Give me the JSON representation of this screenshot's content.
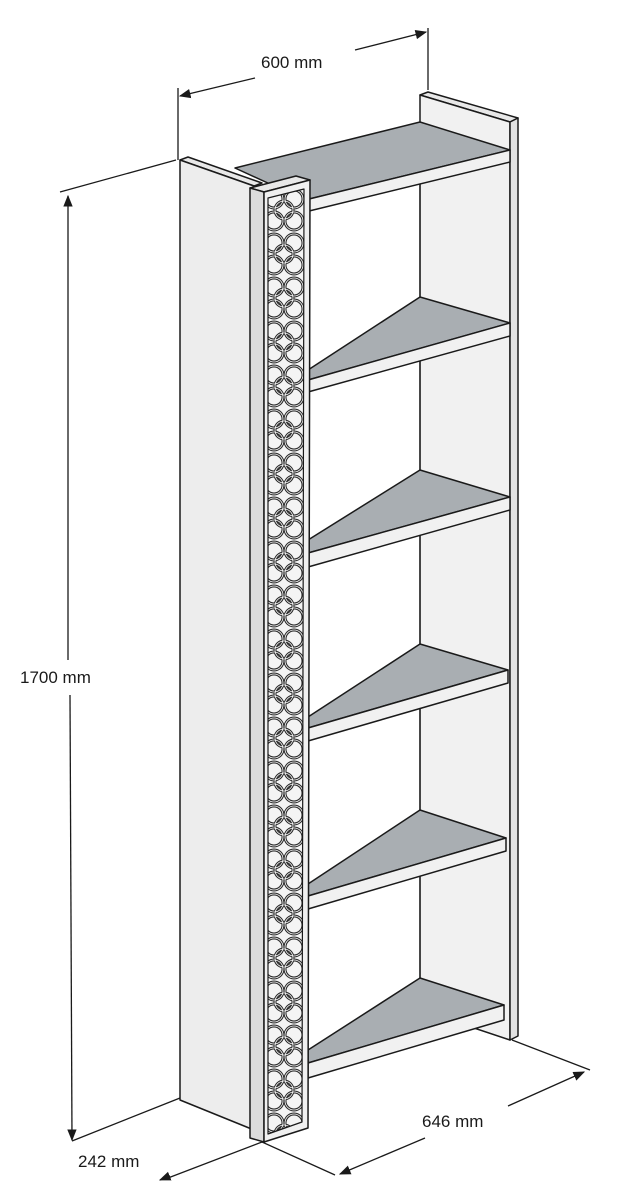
{
  "diagram": {
    "subject": "bookshelf with decorative lattice front panel",
    "shelf_count": 6,
    "colors": {
      "outline": "#1a1a1a",
      "panel_face": "#f2f2f2",
      "panel_side": "#e6e6e6",
      "shelf_top": "#a9aeb2",
      "lattice": "#2b2b2b",
      "background": "#ffffff"
    }
  },
  "dimensions": {
    "width": {
      "label": "600 mm"
    },
    "height": {
      "label": "1700 mm"
    },
    "depth": {
      "label": "242 mm"
    },
    "diagonal_width": {
      "label": "646 mm"
    }
  }
}
